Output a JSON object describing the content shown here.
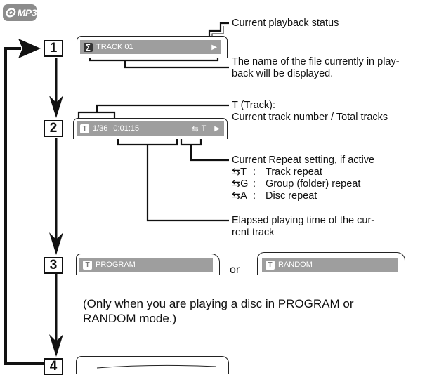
{
  "badge": {
    "label": "MP3"
  },
  "steps": [
    "1",
    "2",
    "3",
    "4"
  ],
  "screen1": {
    "text": "TRACK 01",
    "play_symbol": "▶"
  },
  "screen2": {
    "track": "1/36",
    "time": "0:01:15",
    "repeat": "T",
    "play_symbol": "▶"
  },
  "screen3": {
    "left_text": "PROGRAM",
    "or_text": "or",
    "right_text": "RANDOM"
  },
  "annotations": {
    "playback_status": "Current playback status",
    "file_name_line1": "The name of the file currently in play-",
    "file_name_line2": "back will be displayed.",
    "track_line1": "T (Track):",
    "track_line2": "Current track number / Total tracks",
    "repeat_title": "Current Repeat setting, if active",
    "repeat_items": [
      {
        "code": "T",
        "sep": ":",
        "desc": "Track repeat"
      },
      {
        "code": "G",
        "sep": ":",
        "desc": "Group (folder) repeat"
      },
      {
        "code": "A",
        "sep": ":",
        "desc": "Disc repeat"
      }
    ],
    "elapsed_line1": "Elapsed playing time of the cur-",
    "elapsed_line2": "rent track"
  },
  "note": {
    "line1": "(Only when you are playing a disc in PROGRAM or",
    "line2": "RANDOM mode.)"
  }
}
